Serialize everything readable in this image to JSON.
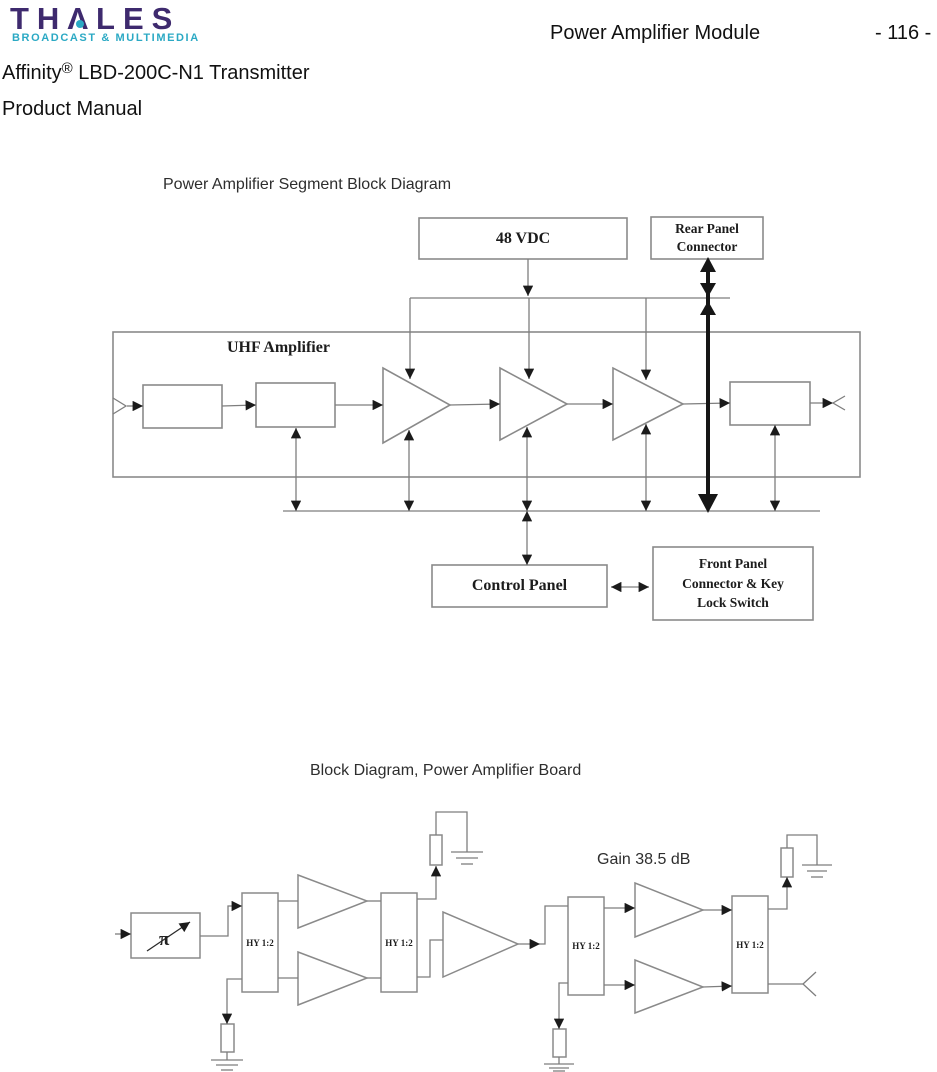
{
  "header": {
    "logo": {
      "brand_left": "TH",
      "brand_mid": "Λ",
      "brand_right": "LES",
      "tagline": "BROADCAST & MULTIMEDIA"
    },
    "doc_title": "Power Amplifier Module",
    "page_number": "- 116 -",
    "product_name": "Affinity",
    "product_reg": "®",
    "product_rest": " LBD-200C-N1 Transmitter",
    "subtitle": "Product Manual"
  },
  "diagram1": {
    "title": "Power Amplifier Segment Block Diagram",
    "labels": {
      "power_supply": "48 VDC",
      "rear_panel_line1": "Rear Panel",
      "rear_panel_line2": "Connector",
      "uhf_amplifier": "UHF Amplifier",
      "control_panel": "Control Panel",
      "front_panel_line1": "Front Panel",
      "front_panel_line2": "Connector & Key",
      "front_panel_line3": "Lock Switch"
    }
  },
  "diagram2": {
    "title": "Block Diagram, Power Amplifier Board",
    "gain_label": "Gain 38.5 dB",
    "hybrid_label": "HY 1:2",
    "attenuator_symbol": "π"
  },
  "colors": {
    "brand_purple": "#3e2a6e",
    "brand_teal": "#2ba9c4",
    "line_gray": "#7e7e7e",
    "box_gray": "#8a8a8a",
    "ink_black": "#1b1b1b"
  }
}
